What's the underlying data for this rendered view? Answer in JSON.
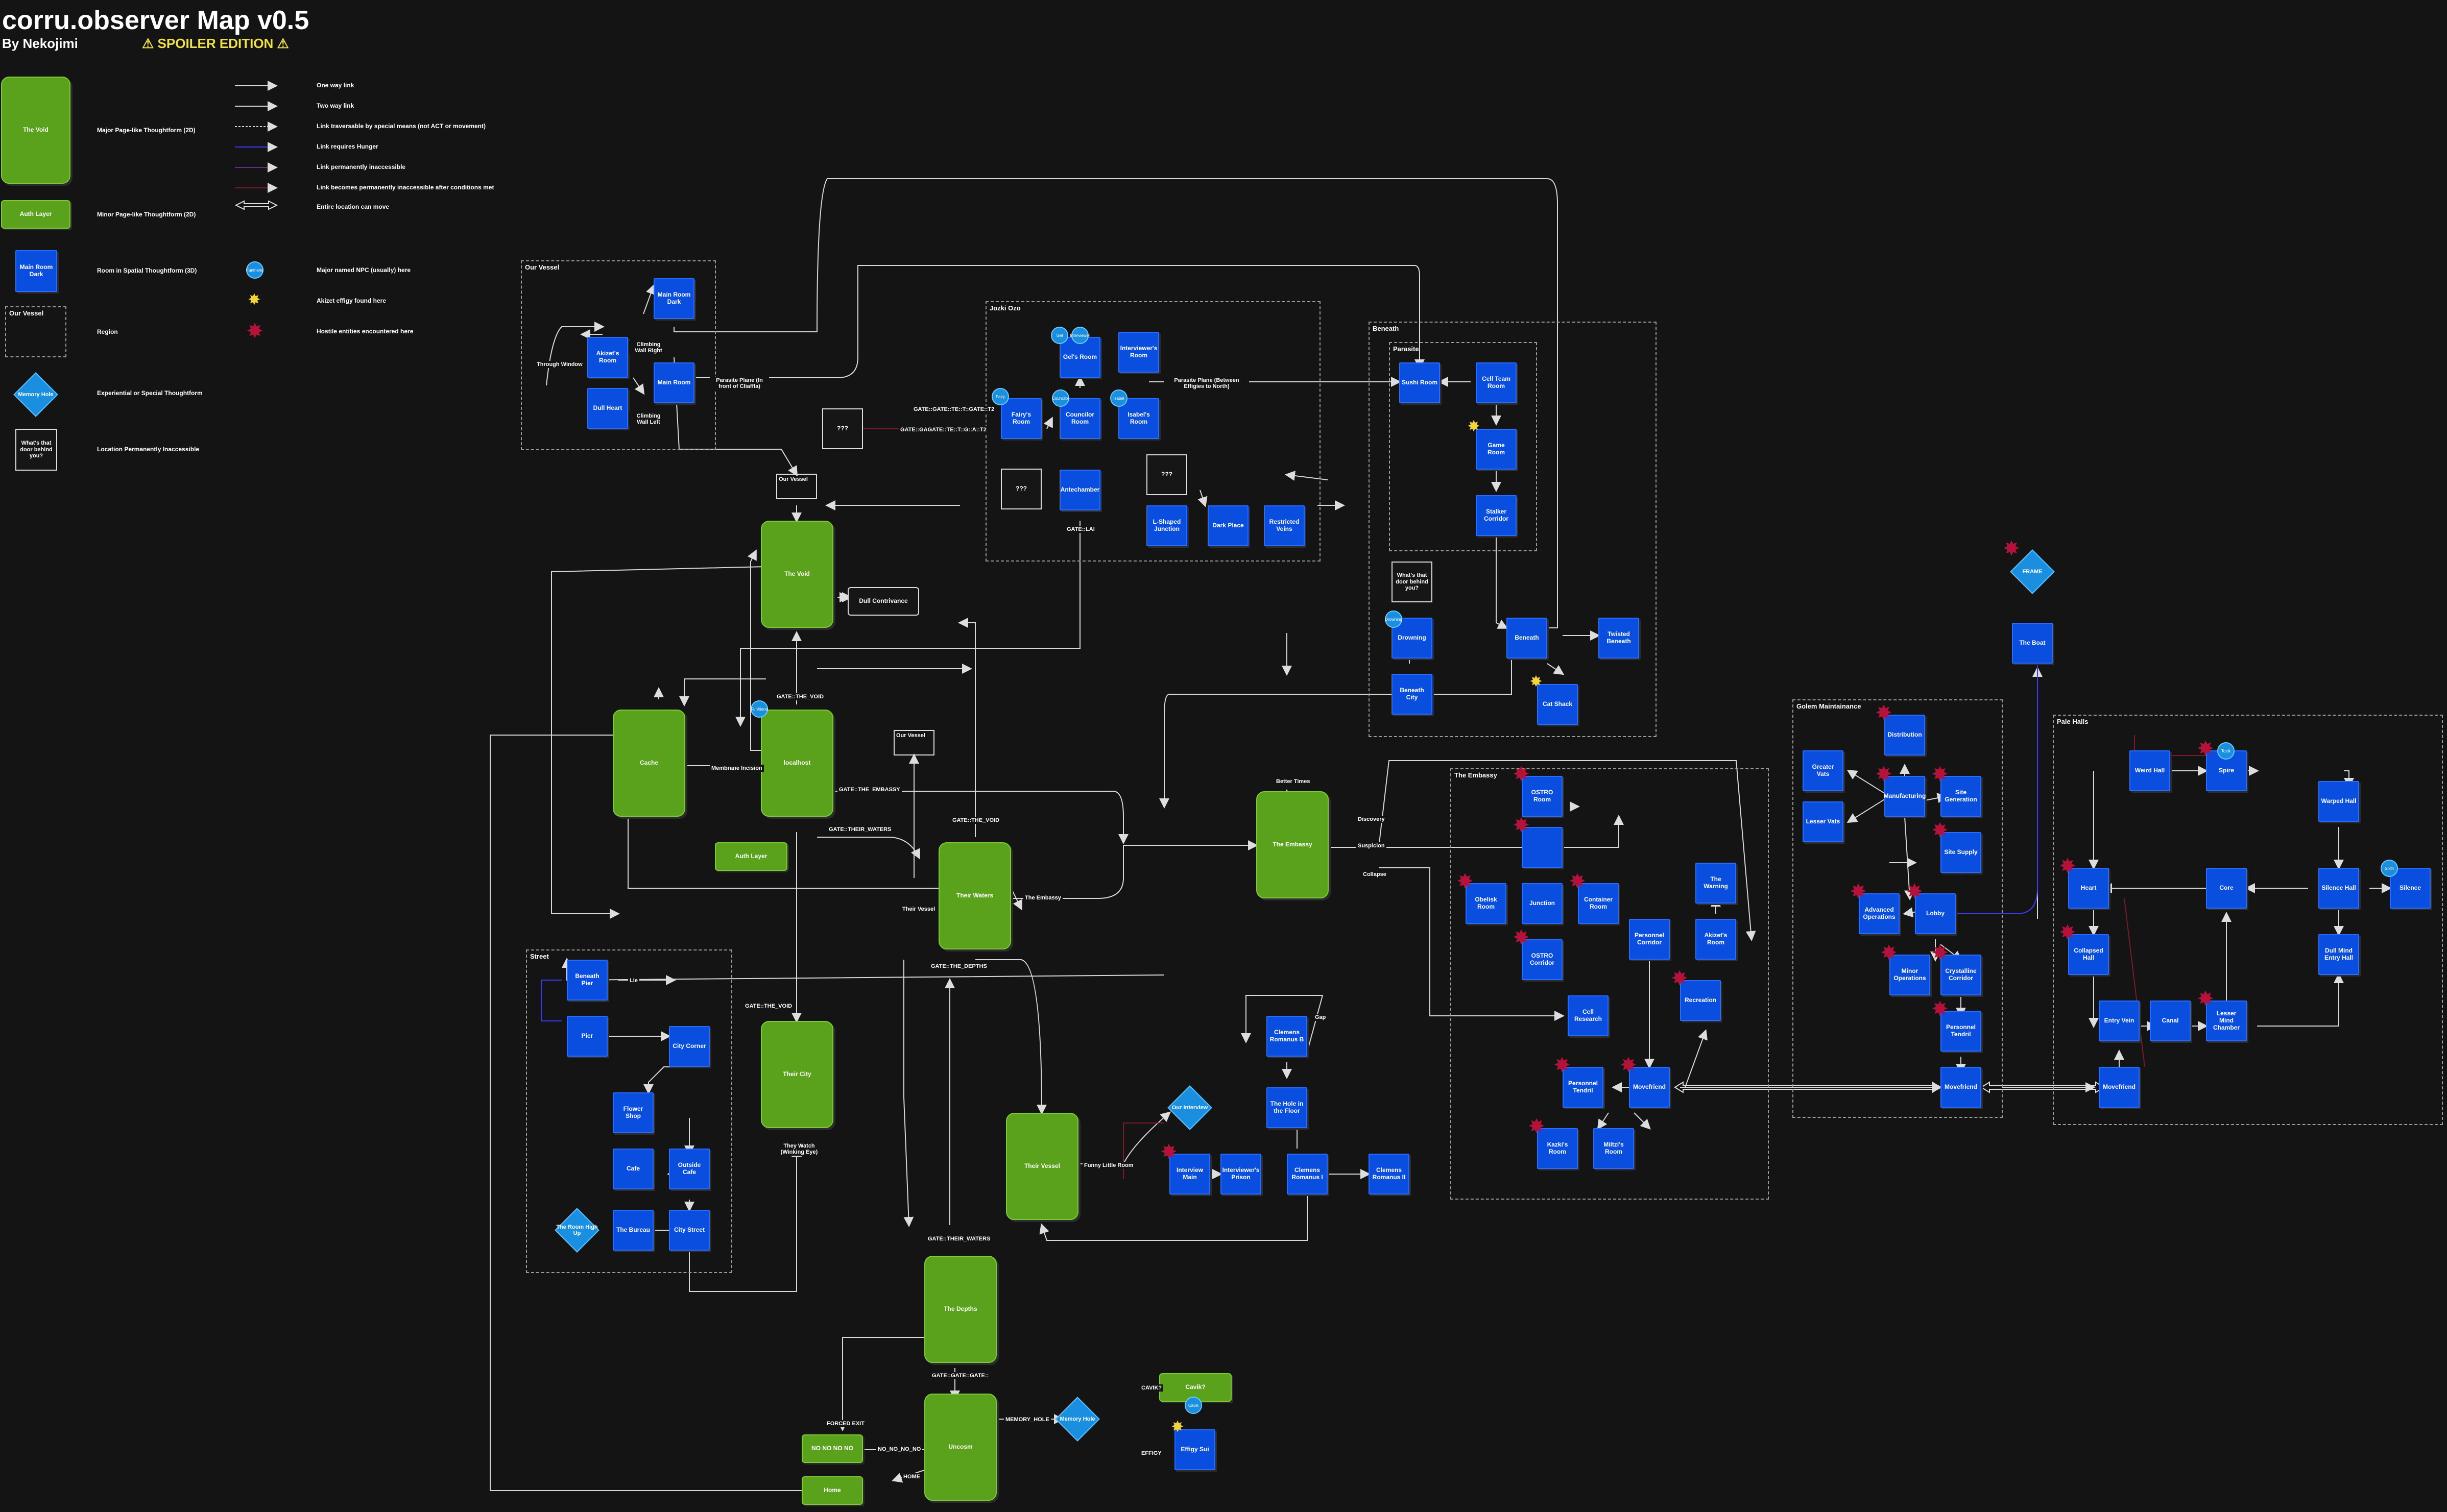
{
  "header": {
    "title": "corru.observer Map v0.5",
    "author": "By Nekojimi",
    "spoiler": "⚠ SPOILER EDITION ⚠"
  },
  "legend": {
    "major_sample": "The Void",
    "minor_sample": "Auth Layer",
    "room_sample": "Main Room Dark",
    "region_sample": "Our Vessel",
    "special_sample": "Memory Hole",
    "inacc_sample": "What's that door behind you?",
    "npc_sample": "Funfriend",
    "items": [
      "Major Page-like Thoughtform (2D)",
      "Minor Page-like Thoughtform (2D)",
      "Room in Spatial Thoughtform (3D)",
      "Region",
      "Experiential or Special Thoughtform",
      "Location Permanently Inaccessible",
      "One way link",
      "Two way link",
      "Link traversable by special means (not ACT or movement)",
      "Link requires Hunger",
      "Link permanently inaccessible",
      "Link becomes permanently inaccessible after conditions met",
      "Entire location can move",
      "Major named NPC (usually) here",
      "Akizet effigy found here",
      "Hostile entities encountered here"
    ]
  },
  "regions": {
    "our_vessel": "Our Vessel",
    "jozki_ozo": "Jozki Ozo",
    "beneath": "Beneath",
    "parasite": "Parasite",
    "street": "Street",
    "embassy": "The Embassy",
    "golem": "Golem Maintainance",
    "pale_halls": "Pale Halls"
  },
  "major": {
    "void": "The Void",
    "localhost": "localhost",
    "cache": "Cache",
    "their_waters": "Their Waters",
    "their_city": "Their City",
    "their_vessel": "Their Vessel",
    "embassy": "The Embassy",
    "depths": "The Depths",
    "uncosm": "Uncosm"
  },
  "minor": {
    "auth_layer": "Auth Layer",
    "no_no": "NO NO NO NO",
    "home": "Home",
    "cavik": "Cavik?"
  },
  "rooms": {
    "main_room_dark": "Main Room Dark",
    "akizets_room": "Akizet's Room",
    "main_room": "Main Room",
    "dull_heart": "Dull Heart",
    "gels_room": "Gel's Room",
    "interviewers_room": "Interviewer's Room",
    "fairys_room": "Fairy's Room",
    "councilor_room": "Councilor Room",
    "isabels_room": "Isabel's Room",
    "antechamber": "Antechamber",
    "l_shaped_junction": "L-Shaped Junction",
    "dark_place": "Dark Place",
    "restricted_veins": "Restricted Veins",
    "sushi_room": "Sushi Room",
    "cell_team_room": "Cell Team Room",
    "game_room": "Game Room",
    "stalker_corridor": "Stalker Corridor",
    "drowning": "Drowning",
    "beneath": "Beneath",
    "twisted_beneath": "Twisted Beneath",
    "beneath_city": "Beneath City",
    "cat_shack": "Cat Shack",
    "beneath_pier": "Beneath Pier",
    "pier": "Pier",
    "city_corner": "City Corner",
    "flower_shop": "Flower Shop",
    "cafe": "Cafe",
    "outside_cafe": "Outside Cafe",
    "the_bureau": "The Bureau",
    "city_street": "City Street",
    "clemens_romanus_b": "Clemens Romanus B",
    "hole_in_floor": "The Hole in the Floor",
    "interview_main": "Interview Main",
    "interviewers_prison": "Interviewer's Prison",
    "clemens_romanus_i": "Clemens Romanus I",
    "clemens_romanus_ii": "Clemens Romanus II",
    "ostro_room": "OSTRO Room",
    "embassy_unlabeled": "",
    "obelisk_room": "Obelisk Room",
    "junction": "Junction",
    "container_room": "Container Room",
    "ostro_corridor": "OSTRO Corridor",
    "the_warning": "The Warning",
    "personnel_corridor": "Personnel Corridor",
    "akizets_room_2": "Akizet's Room",
    "cell_research": "Cell Research",
    "recreation": "Recreation",
    "personnel_tendril": "Personnel Tendril",
    "movefriend": "Movefriend",
    "kazkis_room": "Kazki's Room",
    "miltzis_room": "Miltzi's Room",
    "distribution": "Distribution",
    "greater_vats": "Greater Vats",
    "manufacturing": "Manufacturing",
    "site_generation": "Site Generation",
    "lesser_vats": "Lesser Vats",
    "site_supply": "Site Supply",
    "advanced_operations": "Advanced Operations",
    "lobby": "Lobby",
    "minor_operations": "Minor Operations",
    "crystalline_corridor": "Crystalline Corridor",
    "personnel_tendril_2": "Personnel Tendril",
    "movefriend_2": "Movefriend",
    "the_boat": "The Boat",
    "weird_hall": "Weird Hall",
    "spire": "Spire",
    "warped_hall": "Warped Hall",
    "heart": "Heart",
    "core": "Core",
    "silence_hall": "Silence Hall",
    "silence": "Silence",
    "collapsed_hall": "Collapsed Hall",
    "dull_mind_entry_hall": "Dull Mind Entry Hall",
    "entry_vein": "Entry Vein",
    "canal": "Canal",
    "lesser_mind_chamber": "Lesser Mind Chamber",
    "movefriend_3": "Movefriend"
  },
  "other": {
    "our_vessel_small": "Our Vessel",
    "our_vessel_small_2": "Our Vessel",
    "dull_contrivance": "Dull Contrivance",
    "unknown_1": "???",
    "unknown_2": "???",
    "unknown_3": "???",
    "what_door": "What's that door behind you?",
    "memory_hole": "Memory Hole",
    "our_interview": "Our Interview",
    "room_high_up": "The Room High Up",
    "frame": "FRAME",
    "effigy_sui": "Effigy Sui"
  },
  "npcs": [
    "Gel",
    "Interviewer",
    "Fairy",
    "Councilor",
    "Isabel",
    "Cavik",
    "Funfriend",
    "Drowning",
    "Tozik",
    "Sixth"
  ],
  "edge_labels": {
    "through_window": "Through Window",
    "climbing_right": "Climbing Wall Right",
    "climbing_left": "Climbing Wall Left",
    "parasite_plane": "Parasite Plane (In front of Cliaffla)",
    "parasite_plane_2": "Parasite Plane (Between Effigies to North)",
    "gate_jozki_1": "GATE::GATE::TE::T::GATE::T2",
    "gate_jozki_2": "GATE::GAGATE::TE::T::G::A::T2",
    "gate_lai": "GATE::LAI",
    "gate_void": "GATE::THE_VOID",
    "gate_embassy": "GATE::THE_EMBASSY",
    "gate_their_waters": "GATE::THEIR_WATERS",
    "gate_void_2": "GATE::THE_VOID",
    "gate_depths": "GATE::THE_DEPTHS",
    "gate_void_3": "GATE::THE_VOID",
    "gate_waters_2": "GATE::THEIR_WATERS",
    "gate_gate": "GATE::GATE::GATE::",
    "the_embassy_lbl": "The Embassy",
    "their_vessel_lbl": "Their Vessel",
    "membrane": "Membrane Incision",
    "they_watch": "They Watch (Winking Eye)",
    "funny_little_room": "Funny Little Room",
    "better_times": "Better Times",
    "discovery": "Discovery",
    "suspicion": "Suspicion",
    "collapse": "Collapse",
    "gap": "Gap",
    "lie": "Lie",
    "memory_hole_lbl": "MEMORY_HOLE",
    "forced_exit": "FORCED EXIT",
    "no_no_lbl": "NO_NO_NO_NO",
    "home_lbl": "HOME",
    "cavik_lbl": "CAVIK?",
    "effigy_lbl": "EFFIGY"
  }
}
